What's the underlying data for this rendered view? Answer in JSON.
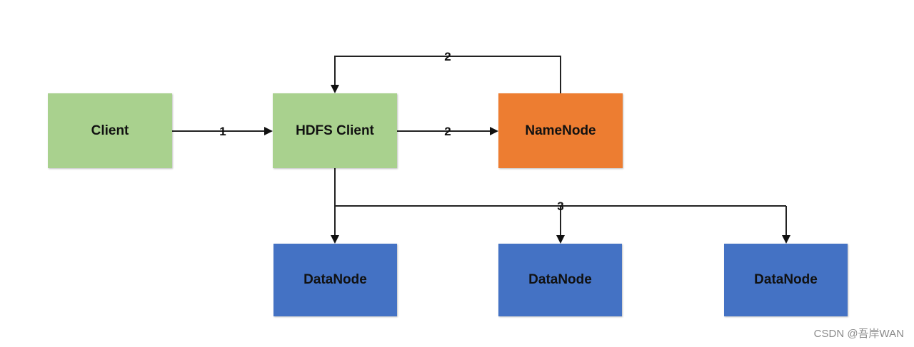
{
  "colors": {
    "client_fill": "#a9d18e",
    "namenode_fill": "#ed7d31",
    "datanode_fill": "#4472c4",
    "edge": "#222222"
  },
  "nodes": {
    "client": "Client",
    "hdfs_client": "HDFS Client",
    "namenode": "NameNode",
    "datanode_1": "DataNode",
    "datanode_2": "DataNode",
    "datanode_3": "DataNode"
  },
  "edges": {
    "client_to_hdfs": "1",
    "hdfs_to_namenode": "2",
    "namenode_to_hdfs": "2",
    "hdfs_to_datanodes": "3"
  },
  "watermark": "CSDN @吾岸WAN"
}
